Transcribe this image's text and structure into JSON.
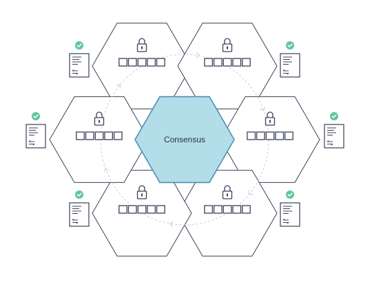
{
  "center_label": "Consensus",
  "colors": {
    "center_fill": "#b3dde9",
    "check_green": "#5ec6a1"
  },
  "nodes": [
    {
      "name": "top-left",
      "icons": [
        "lock-icon",
        "block-chain"
      ]
    },
    {
      "name": "top-right",
      "icons": [
        "lock-icon",
        "block-chain"
      ]
    },
    {
      "name": "right",
      "icons": [
        "lock-icon",
        "block-chain"
      ]
    },
    {
      "name": "bottom-right",
      "icons": [
        "lock-icon",
        "block-chain"
      ]
    },
    {
      "name": "bottom-left",
      "icons": [
        "lock-icon",
        "block-chain"
      ]
    },
    {
      "name": "left",
      "icons": [
        "lock-icon",
        "block-chain"
      ]
    }
  ],
  "documents": [
    {
      "name": "doc-top-left",
      "icons": [
        "check-icon",
        "document-icon"
      ]
    },
    {
      "name": "doc-top-right",
      "icons": [
        "check-icon",
        "document-icon"
      ]
    },
    {
      "name": "doc-left",
      "icons": [
        "check-icon",
        "document-icon"
      ]
    },
    {
      "name": "doc-right",
      "icons": [
        "check-icon",
        "document-icon"
      ]
    },
    {
      "name": "doc-bottom-left",
      "icons": [
        "check-icon",
        "document-icon"
      ]
    },
    {
      "name": "doc-bottom-right",
      "icons": [
        "check-icon",
        "document-icon"
      ]
    }
  ]
}
